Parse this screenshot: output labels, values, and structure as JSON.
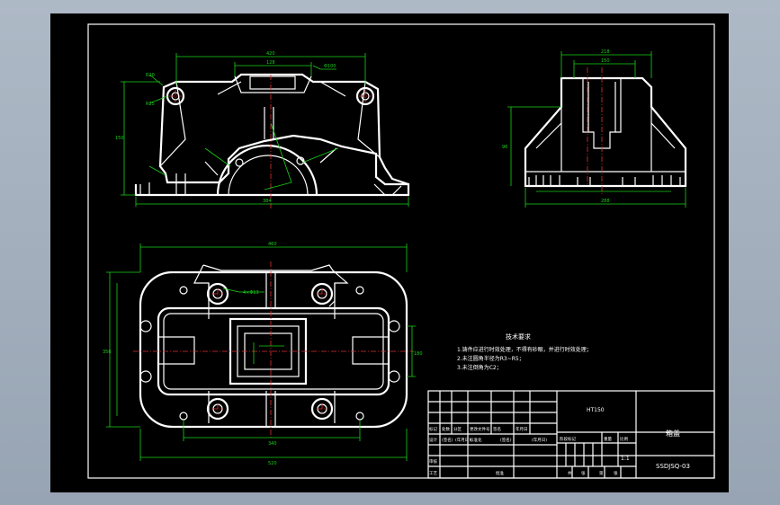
{
  "drawing": {
    "title": "箱盖",
    "drawing_number": "SSDJSQ-03",
    "model": "HT150",
    "scale": "1:1"
  },
  "tech_requirements": {
    "heading": "技术要求",
    "items": [
      "1.铸件应进行时效处理，不得有砂眼，并进行时效处理；",
      "2.未注圆角半径为R3~R5；",
      "3.未注倒角为C2；"
    ]
  },
  "title_block": {
    "row_labels": [
      "标记",
      "处数",
      "分区",
      "更改文件号",
      "签名",
      "年月日"
    ],
    "row_design": [
      "设计",
      "(签名)",
      "(年月日)",
      "标准化",
      "(签名)",
      "(年月日)"
    ],
    "stage_labels": [
      "阶段标记",
      "重量",
      "比例"
    ],
    "row_review": "审核",
    "row_process": "工艺",
    "approve_labels": [
      "批准",
      "共",
      "张",
      "第",
      "张"
    ]
  },
  "dims": {
    "front_top": "420",
    "front_inner": "128",
    "front_height": "150",
    "front_bottom": "384",
    "side_top": "218",
    "side_inner": "150",
    "side_bottom": "288",
    "side_height": "96",
    "plan_width": "460",
    "plan_inner_w": "340",
    "plan_bottom": "520",
    "plan_height": "356",
    "plan_right": "180",
    "hole_note": "4×Φ13",
    "bore": "Φ100",
    "r_small": "R20",
    "r_large": "R25"
  }
}
